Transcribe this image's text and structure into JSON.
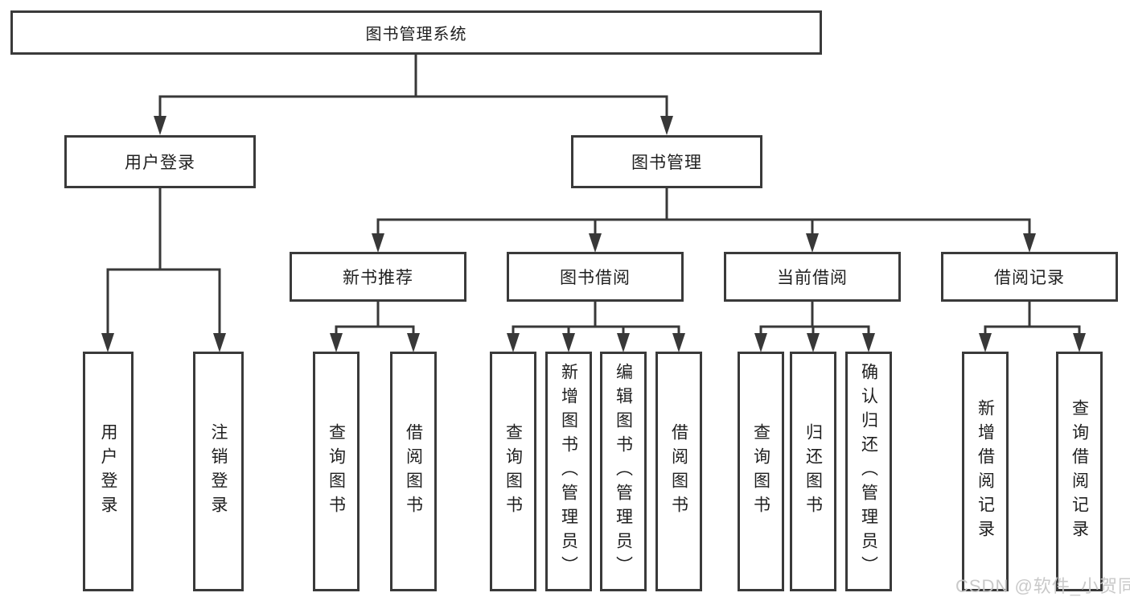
{
  "nodes": {
    "root": "图书管理系统",
    "user_login": "用户登录",
    "book_mgmt": "图书管理",
    "new_book_rec": "新书推荐",
    "book_borrow": "图书借阅",
    "current_borrow": "当前借阅",
    "borrow_records": "借阅记录",
    "leaf_user_login": "用户登录",
    "leaf_logout": "注销登录",
    "leaf_nbr_query": "查询图书",
    "leaf_nbr_borrow": "借阅图书",
    "leaf_bb_query": "查询图书",
    "leaf_bb_add": "新增图书（管理员）",
    "leaf_bb_edit": "编辑图书（管理员）",
    "leaf_bb_borrow": "借阅图书",
    "leaf_cb_query": "查询图书",
    "leaf_cb_return": "归还图书",
    "leaf_cb_confirm": "确认归还（管理员）",
    "leaf_br_add": "新增借阅记录",
    "leaf_br_query": "查询借阅记录"
  },
  "watermark": "CSDN @软件_小贺同学",
  "colors": {
    "line": "#383838",
    "border": "#3a3a3a",
    "text": "#1f1f1f",
    "watermark": "#c7c7c7",
    "background": "#ffffff"
  }
}
